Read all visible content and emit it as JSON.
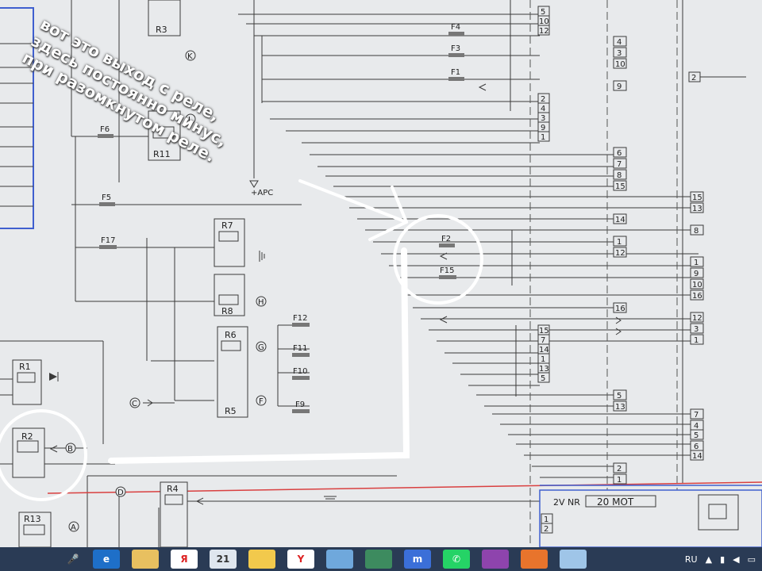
{
  "annotation": {
    "lines": [
      "вот это выход с реле,",
      "здесь постоянно минус,",
      "при разомкнутом реле."
    ]
  },
  "relays": [
    {
      "id": "R3"
    },
    {
      "id": "R11"
    },
    {
      "id": "R7"
    },
    {
      "id": "R8"
    },
    {
      "id": "R6"
    },
    {
      "id": "R5"
    },
    {
      "id": "R1"
    },
    {
      "id": "R2"
    },
    {
      "id": "R13"
    },
    {
      "id": "R4"
    }
  ],
  "fuses": [
    "F4",
    "F3",
    "F1",
    "F6",
    "F5",
    "F17",
    "F2",
    "F15",
    "F12",
    "F11",
    "F10",
    "F9"
  ],
  "connector_letters": [
    "K",
    "J",
    "H",
    "G",
    "F",
    "C",
    "B",
    "D",
    "A"
  ],
  "apc_label": "+APC",
  "connector_column_a": [
    "5",
    "10",
    "12",
    "2",
    "4",
    "3",
    "9",
    "1",
    "15",
    "7",
    "14",
    "1",
    "13",
    "5"
  ],
  "connector_column_b": [
    "4",
    "3",
    "10",
    "9",
    "6",
    "7",
    "8",
    "15",
    "14",
    "1",
    "12",
    "16",
    "5",
    "13",
    "2",
    "1"
  ],
  "connector_column_c": [
    "2",
    "15",
    "13",
    "8",
    "1",
    "9",
    "10",
    "16",
    "12",
    "3",
    "1",
    "7",
    "4",
    "5",
    "6",
    "14"
  ],
  "bottom_block": {
    "label_left": "2V NR",
    "label_right": "20 MOT",
    "pins": [
      "1",
      "2"
    ]
  },
  "colors": {
    "wire": "#3a3a3a",
    "highlight": "#ffffff",
    "frame": "#3f5fcf",
    "red_line": "#d94040",
    "taskbar": "#2a3b55"
  },
  "taskbar": {
    "icons": [
      "microphone-icon",
      "edge-icon",
      "file-explorer-icon",
      "yandex-icon",
      "calendar-icon",
      "folder-icon",
      "yandex-browser-icon",
      "photos-icon",
      "screen-icon",
      "maxthon-icon",
      "whatsapp-icon",
      "winrar-icon",
      "firefox-icon",
      "window-icon"
    ],
    "lang": "RU"
  }
}
